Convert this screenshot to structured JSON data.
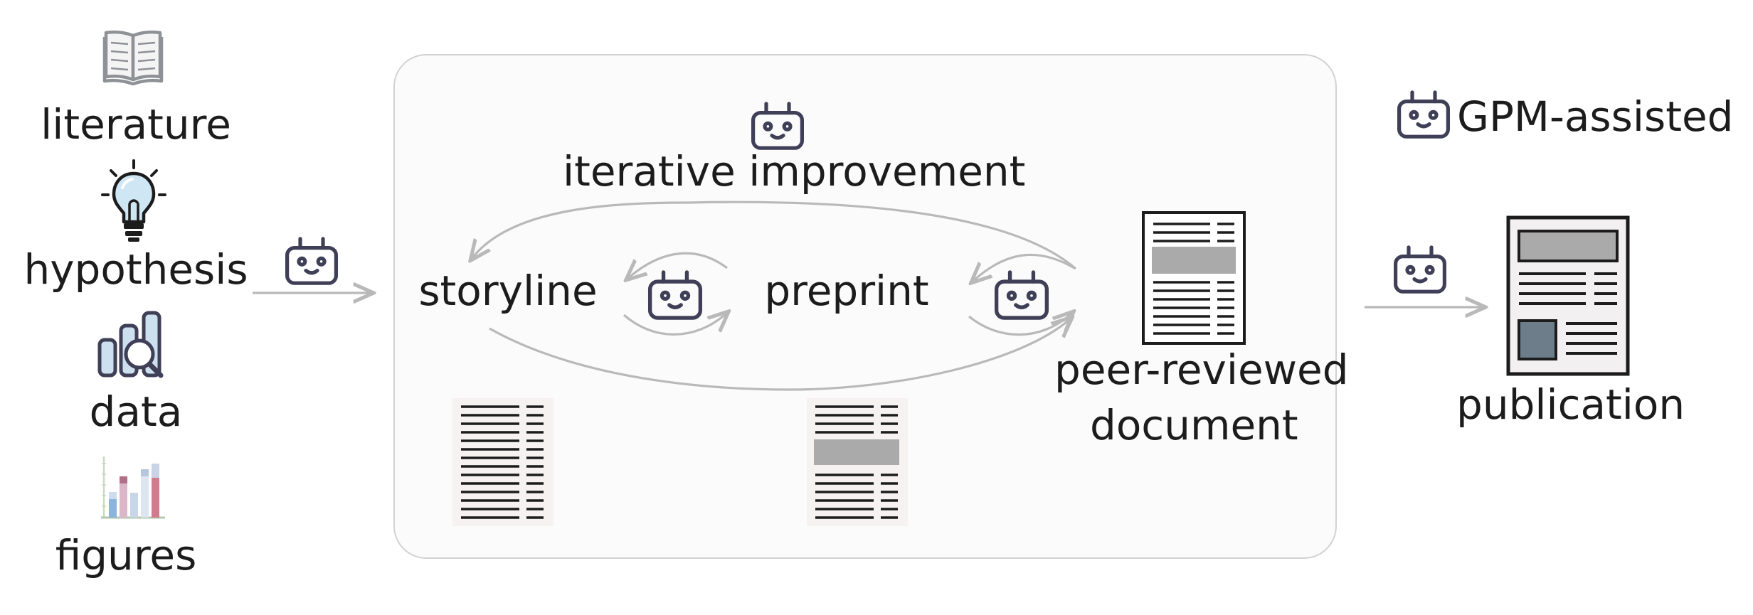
{
  "inputs": {
    "literature": "literature",
    "hypothesis": "hypothesis",
    "data": "data",
    "figures": "figures"
  },
  "process": {
    "iterative_improvement": "iterative improvement",
    "storyline": "storyline",
    "preprint": "preprint",
    "peer_reviewed_line1": "peer-reviewed",
    "peer_reviewed_line2": "document"
  },
  "output": {
    "publication": "publication"
  },
  "legend": {
    "gpm_assisted": "GPM-assisted"
  },
  "icons": {
    "robot": "robot-icon",
    "book": "book-icon",
    "bulb": "lightbulb-icon",
    "data": "data-magnifier-icon",
    "chart": "bar-chart-icon",
    "document": "document-icon"
  },
  "colors": {
    "robot_stroke": "#3f3f57",
    "arrow": "#b9b9b9",
    "panel_bg": "#fbfbfb",
    "panel_border": "#d2d2d2",
    "doc_gray_block": "#aaaaaa",
    "publication_image": "#6e7d8a",
    "bulb_fill": "#cfe6f5",
    "data_fill": "#cde0ef"
  }
}
